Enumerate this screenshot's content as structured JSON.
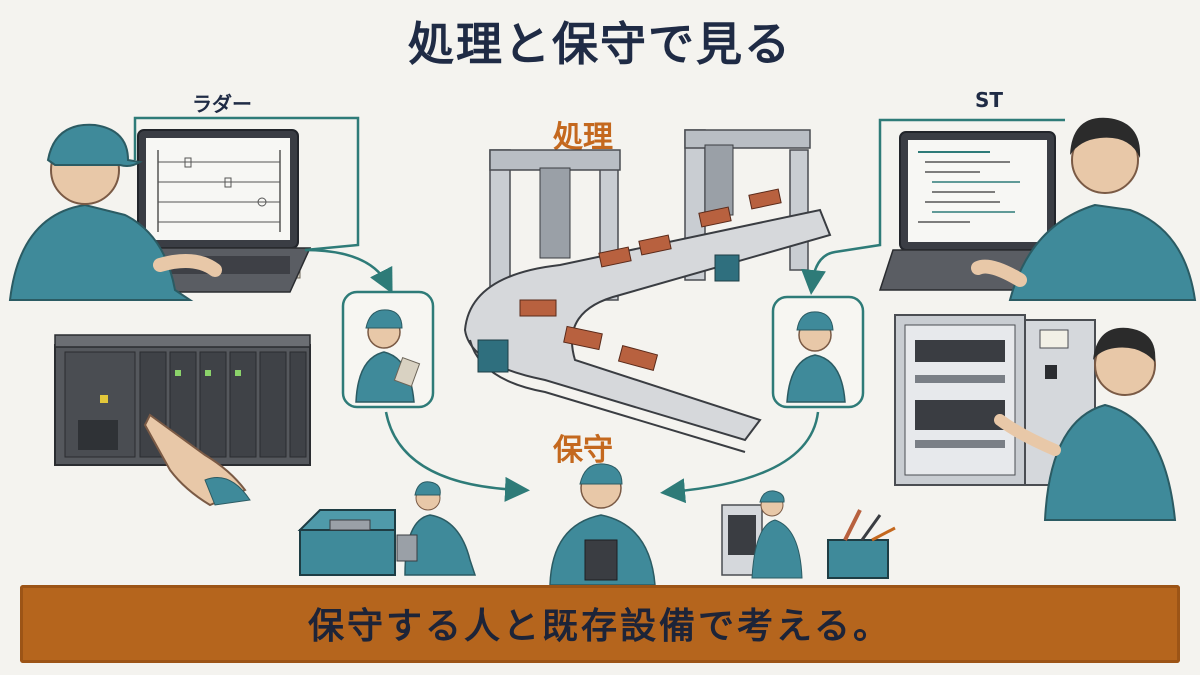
{
  "title": "処理と保守で見る",
  "labels": {
    "ladder": "ラダー",
    "st": "ST",
    "processing": "処理",
    "maintenance": "保守"
  },
  "banner": {
    "text": "保守する人と既存設備で考える。"
  },
  "colors": {
    "title": "#1f2b45",
    "accent_orange": "#c4681e",
    "banner": "#b5651d",
    "arrow_teal": "#2e7b78",
    "uniform_teal": "#3f8a9a"
  }
}
